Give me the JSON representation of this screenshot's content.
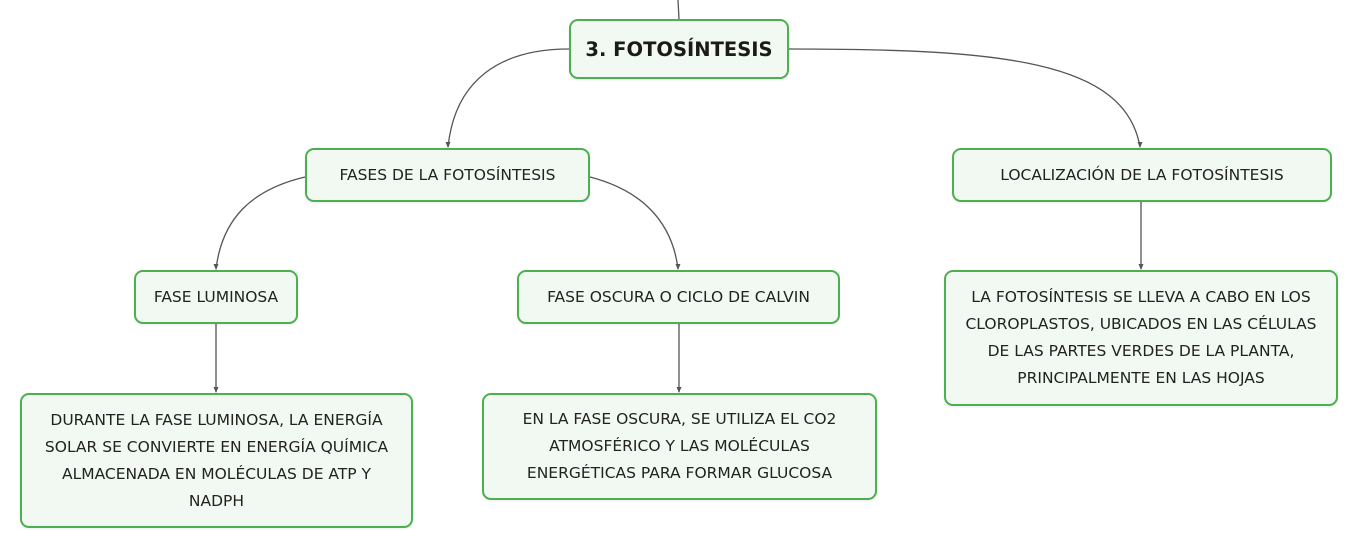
{
  "colors": {
    "node_border": "#4caf50",
    "node_fill": "#f2f9f2",
    "connector": "#555555"
  },
  "nodes": {
    "root": "3. FOTOSÍNTESIS",
    "fases": "FASES DE LA FOTOSÍNTESIS",
    "localizacion": "LOCALIZACIÓN DE LA FOTOSÍNTESIS",
    "fase_luminosa": "FASE LUMINOSA",
    "fase_oscura": "FASE OSCURA O CICLO DE CALVIN",
    "luminosa_desc": "DURANTE LA FASE LUMINOSA, LA ENERGÍA SOLAR SE CONVIERTE EN ENERGÍA QUÍMICA ALMACENADA EN MOLÉCULAS DE ATP Y NADPH",
    "oscura_desc": "EN LA FASE OSCURA, SE UTILIZA EL CO2 ATMOSFÉRICO Y LAS MOLÉCULAS ENERGÉTICAS PARA FORMAR GLUCOSA",
    "localizacion_desc": "LA FOTOSÍNTESIS SE LLEVA A CABO EN LOS CLOROPLASTOS, UBICADOS EN LAS CÉLULAS DE LAS PARTES VERDES DE LA PLANTA, PRINCIPALMENTE EN LAS HOJAS"
  }
}
